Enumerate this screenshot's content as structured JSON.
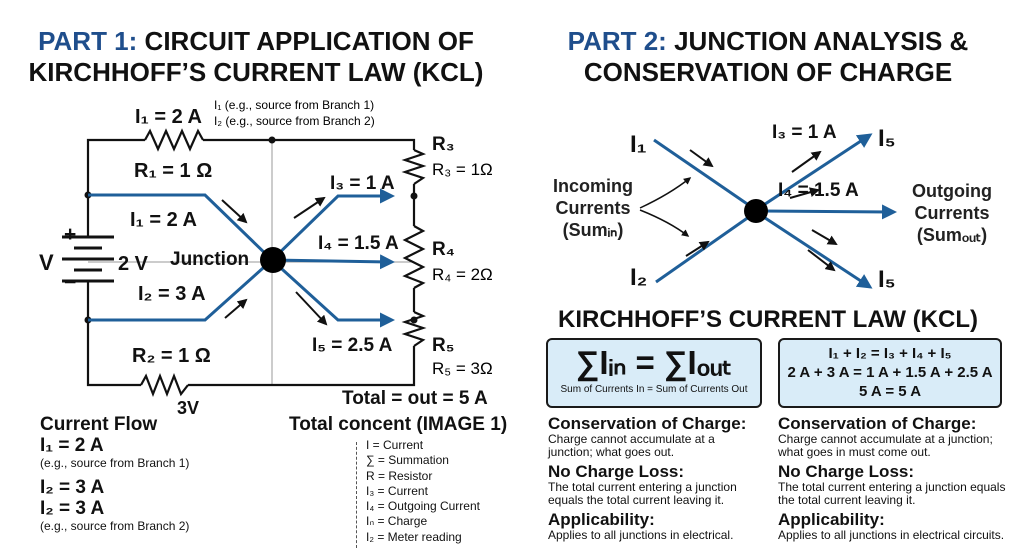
{
  "part1": {
    "title_prefix": "PART 1:",
    "title_rest": "CIRCUIT APPLICATION OF",
    "title_line2": "KIRCHHOFF’S CURRENT LAW (KCL)",
    "top_current": "I₁ = 2 A",
    "top_note_1": "I₁ (e.g., source from Branch 1)",
    "top_note_2": "I₂ (e.g., source from Branch 2)",
    "r1": "R₁ = 1 Ω",
    "r2": "R₂ = 1 Ω",
    "source_v": "V",
    "source_2v": "2 V",
    "plus": "+",
    "minus": "−",
    "bottom_3v": "3V",
    "i1": "I₁ = 2 A",
    "i2": "I₂ = 3 A",
    "junction": "Junction",
    "i3": "I₃ = 1 A",
    "i4": "I₄ = 1.5 A",
    "i5": "I₅ = 2.5 A",
    "r3_name": "R₃",
    "r3_val": "R₃ = 1Ω",
    "r4_name": "R₄",
    "r4_val": "R₄ = 2Ω",
    "r5_name": "R₅",
    "r5_val": "R₅ = 3Ω",
    "total": "Total = out = 5 A",
    "current_flow": {
      "heading": "Current Flow",
      "line1": "I₁ = 2 A",
      "note1": "(e.g., source from Branch 1)",
      "line2": "I₂ = 3 A",
      "line3": "I₂ = 3 A",
      "note2": "(e.g., source from Branch 2)"
    },
    "total_concent": "Total concent  (IMAGE 1)",
    "legend": [
      "I = Current",
      "∑ = Summation",
      "R = Resistor",
      "I₃ = Current",
      "I₄ = Outgoing Current",
      "Iₙ = Charge",
      "I₂ = Meter reading"
    ]
  },
  "part2": {
    "title_prefix": "PART 2:",
    "title_rest": "JUNCTION ANALYSIS &",
    "title_line2": "CONSERVATION OF CHARGE",
    "i1": "I₁",
    "i2": "I₂",
    "i3": "I₃ = 1 A",
    "i4": "I₄ = 1.5 A",
    "i5_top": "I₅",
    "i5_bottom": "I₅",
    "incoming": [
      "Incoming",
      "Currents",
      "(Sumᵢₙ)"
    ],
    "outgoing": [
      "Outgoing",
      "Currents",
      "(Sumₒᵤₜ)"
    ],
    "kcl_heading": "KIRCHHOFF’S CURRENT LAW (KCL)",
    "formula_left": "∑Iᵢₙ = ∑Iₒᵤₜ",
    "formula_caption": "Sum of Currents In = Sum of Currents Out",
    "eq_lines": [
      "I₁ + I₂ = I₃ + I₄ + I₅",
      "2 A + 3 A = 1 A + 1.5 A + 2.5 A",
      "5 A = 5 A"
    ],
    "left_col": {
      "h1": "Conservation of Charge:",
      "t1": "Charge cannot accumulate at a junction; what goes out.",
      "h2": "No Charge Loss:",
      "t2": "The total current entering a junction equals the total current leaving it.",
      "h3": "Applicability:",
      "t3": "Applies to all junctions in electrical."
    },
    "right_col": {
      "h1": "Conservation of Charge:",
      "t1": "Charge cannot accumulate at a junction; what goes in must come out.",
      "h2": "No Charge Loss:",
      "t2": "The total current entering a junction equals the total current leaving it.",
      "h3": "Applicability:",
      "t3": "Applies to all junctions in electrical circuits."
    }
  },
  "colors": {
    "title_blue": "#1f4e8c",
    "wire_blue": "#1f5f99",
    "box_fill": "#d9ecf8"
  }
}
